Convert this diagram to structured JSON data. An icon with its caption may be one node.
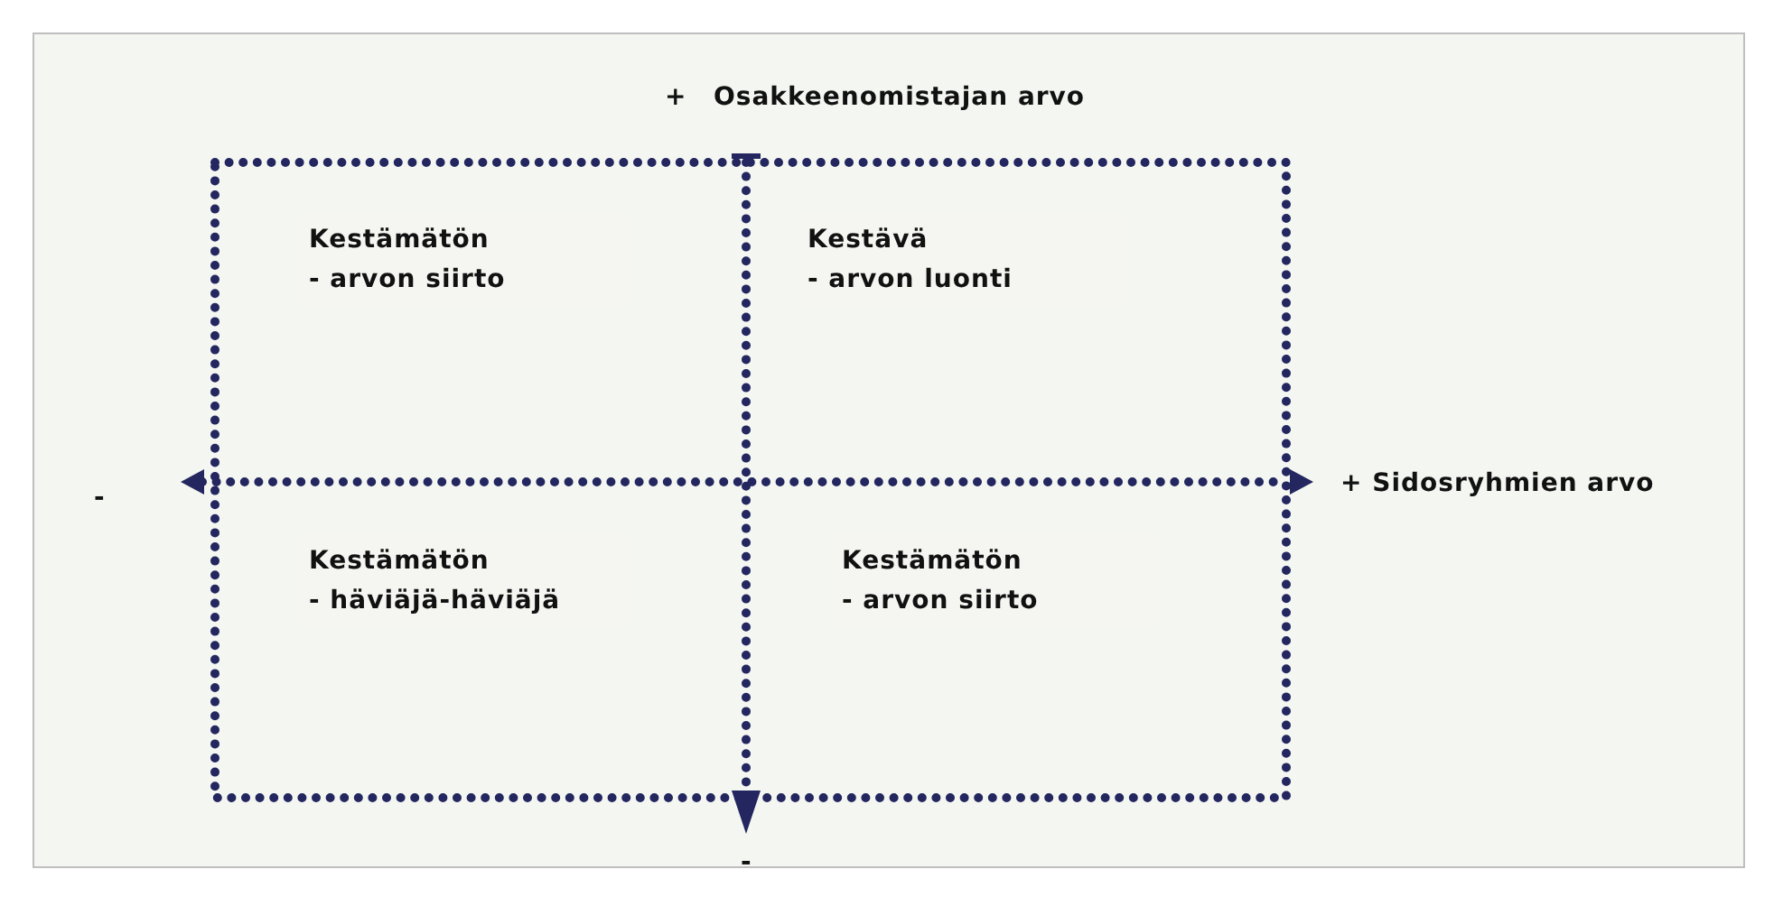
{
  "diagram": {
    "nodes": [
      {
        "text": [
          "Kestämätön",
          "- arvon siirto"
        ]
      },
      {
        "text": [
          "Kestävä",
          "- arvon luonti"
        ]
      },
      {
        "text": [
          "Kestämätön",
          "- häviäjä-häviäjä"
        ]
      },
      {
        "text": [
          "Kestämätön",
          "- arvon siirto"
        ]
      }
    ],
    "labels": [
      "+",
      "Osakkeenomistajan arvo",
      "-",
      "+ Sidosryhmien arvo",
      "-"
    ]
  }
}
